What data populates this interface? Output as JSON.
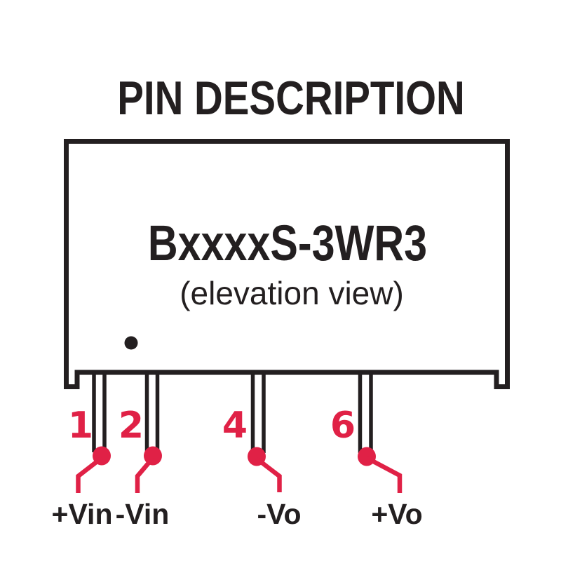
{
  "title": "PIN DESCRIPTION",
  "module": {
    "model": "BxxxxS-3WR3",
    "view_note": "(elevation view)"
  },
  "pins": [
    {
      "number": "1",
      "label": "+Vin"
    },
    {
      "number": "2",
      "label": "-Vin"
    },
    {
      "number": "4",
      "label": "-Vo"
    },
    {
      "number": "6",
      "label": "+Vo"
    }
  ],
  "icons": {
    "orientation_marker": "pin1-indicator-dot",
    "solder_pads": "pin-callout-dot"
  },
  "colors": {
    "outline_black": "#231f20",
    "accent_red": "#e02146",
    "background": "#ffffff"
  }
}
